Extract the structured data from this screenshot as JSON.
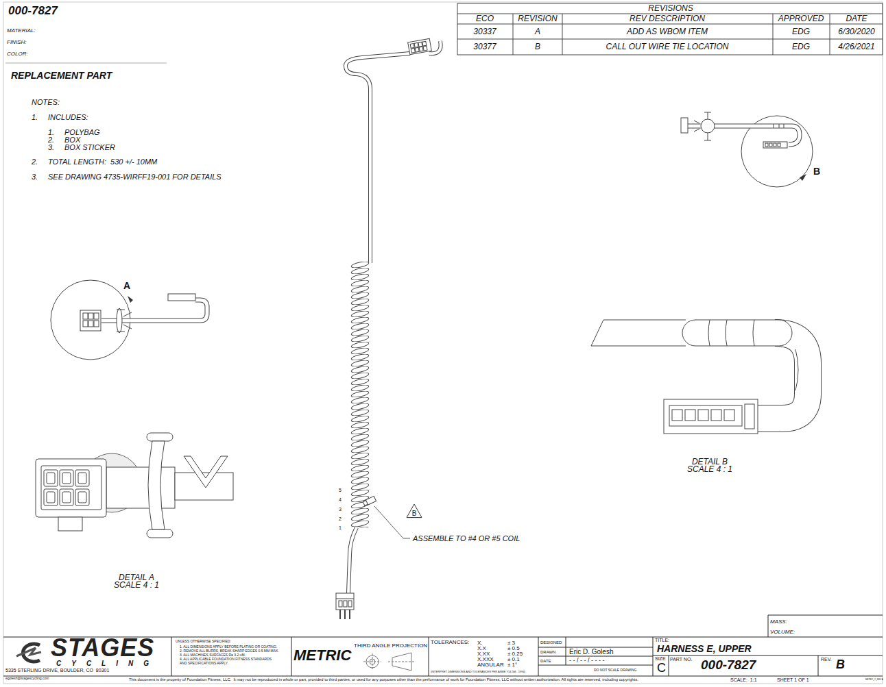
{
  "diagram": {
    "nodes": [
      {
        "text": [
          "B"
        ]
      }
    ],
    "labels": [
      "000-7827",
      "MATERIAL:",
      "FINISH:",
      "COLOR:",
      "REPLACEMENT PART",
      "NOTES:",
      "1.",
      "INCLUDES:",
      "1.",
      "POLYBAG",
      "2.",
      "BOX",
      "3.",
      "BOX STICKER",
      "2.",
      "TOTAL LENGTH:  530 +/- 10MM",
      "3.",
      "SEE DRAWING 4735-WIRFF19-001 FOR DETAILS",
      "REVISIONS",
      "ECO",
      "REVISION",
      "REV DESCRIPTION",
      "APPROVED",
      "DATE",
      "30337",
      "A",
      "ADD AS WBOM ITEM",
      "EDG",
      "6/30/2020",
      "30377",
      "B",
      "CALL OUT WIRE TIE LOCATION",
      "EDG",
      "4/26/2021",
      "A",
      "B",
      "DETAIL A",
      "SCALE 4 : 1",
      "DETAIL B",
      "SCALE 4 : 1",
      "5",
      "4",
      "3",
      "2",
      "1",
      "ASSEMBLE TO #4 OR #5 COIL",
      "MASS:",
      "VOLUME:",
      "STAGES",
      "CYCLING",
      "5335 STERLING DRIVE, BOULDER, CO  80301",
      "egolesh@stagescycling.com",
      "UNLESS OTHERWISE SPECIFIED:",
      "1. ALL DIMENSIONS APPLY BEFORE PLATING OR COATING.",
      "2. REMOVE ALL BURRS, BREAK SHARP EDGES 0.5 MM MAX.",
      "3. ALL MACHINES SURFACES Ra 3.2 uM.",
      "4. ALL APPLICABLE FOUNDATION FITNESS STANDARDS AND SPECIFICATIONS APPLY.",
      "METRIC",
      "THIRD ANGLE PROJECTION",
      "TOLERANCES:",
      "X.",
      "± 3",
      "X.X",
      "± 0.5",
      "X.XX",
      "± 0.25",
      "X.XXX",
      "± 0.1",
      "ANGULAR",
      "± 1°",
      "(INTERPRET DIMENSIONS AND TOLERANCES PER ASME Y14.5M - 1994)",
      "DESIGNED",
      "DRAWN",
      "Eric D. Golesh",
      "DATE",
      "- - / - - / - - - -",
      "DO NOT SCALE DRAWING",
      "TITLE:",
      "HARNESS E, UPPER",
      "SIZE",
      "C",
      "PART NO.",
      "000-7827",
      "REV.",
      "B",
      "SCALE:  1:1",
      "SHEET 1 OF 1",
      "METRIC_C_REV A",
      "This document is the property of Foundation Fitness, LLC.  It may not be reproduced in whole or part, provided to third parties, or used for any purposes other than the performance of work for Foundation Fitness, LLC without written authorization. All rights are reserved, including copyrights."
    ]
  }
}
